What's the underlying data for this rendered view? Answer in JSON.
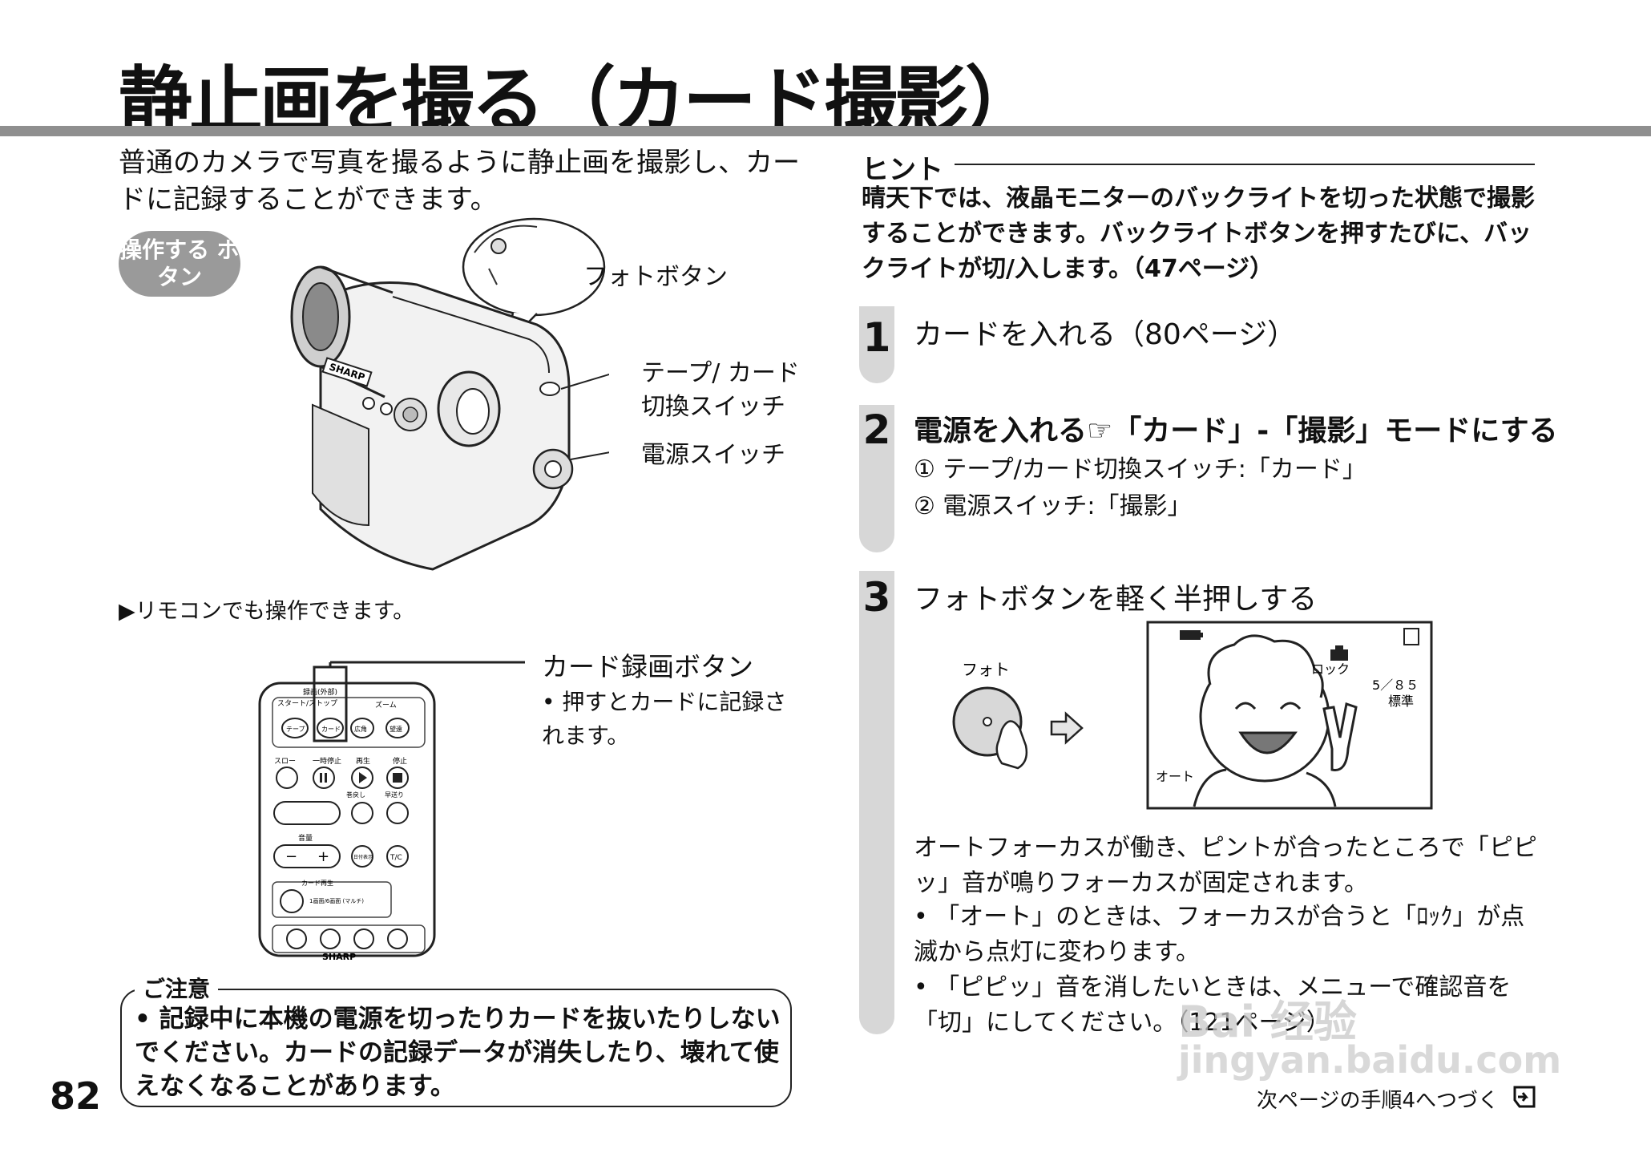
{
  "page": {
    "title": "静止画を撮る（カード撮影）",
    "intro": "普通のカメラで写真を撮るように静止画を撮影し、カードに記録することができます。",
    "page_number": "82"
  },
  "left": {
    "operation_badge": "操作する ボタン",
    "photo_button_label": "フォトボタン",
    "tape_card_switch_label_1": "テープ/ カード",
    "tape_card_switch_label_2": "切換スイッチ",
    "power_switch_label": "電源スイッチ",
    "camera_brand": "SHARP",
    "remocon_note": "▶リモコンでも操作できます。",
    "card_record_button": "カード録画ボタン",
    "card_record_bullet": "• 押すとカードに記録されます。",
    "remote": {
      "brand": "SHARP",
      "rec_label": "録画(外部)",
      "start_stop": "スタート/ストップ",
      "zoom": "ズーム",
      "tape": "テープ",
      "card": "カード",
      "wide": "広角",
      "tele": "望遠",
      "slow": "スロー",
      "pause": "一時停止",
      "play": "再生",
      "stop": "停止",
      "rewind": "巻戻し",
      "ffwd": "早送り",
      "volume": "音量",
      "date": "日付表示",
      "tc": "T/C",
      "card_play": "カード再生",
      "multi": "1画面/6画面 (マルチ)"
    },
    "caution": {
      "title": "ご注意",
      "text": "•  記録中に本機の電源を切ったりカードを抜いたりしないでください。カードの記録データが消失したり、壊れて使えなくなることがあります。"
    }
  },
  "right": {
    "hint": {
      "title": "ヒント",
      "text": "晴天下では、液晶モニターのバックライトを切った状態で撮影することができます。バックライトボタンを押すたびに、バックライトが切/入します。（47ページ）"
    },
    "steps": [
      {
        "num": "1",
        "title": "カードを入れる（80ページ）"
      },
      {
        "num": "2",
        "title": "電源を入れる☞「カード」-「撮影」モードにする",
        "sub1": "① テープ/カード切換スイッチ:「カード」",
        "sub2": "② 電源スイッチ:「撮影」"
      },
      {
        "num": "3",
        "title": "フォトボタンを軽く半押しする"
      }
    ],
    "figure": {
      "photo_label": "フォト",
      "lock_label": "ロック",
      "count": "5／８５",
      "quality": "標準",
      "mode": "オート"
    },
    "af_text": "オートフォーカスが働き、ピントが合ったところで「ピピッ」音が鳴りフォーカスが固定されます。",
    "bullets": [
      "•  「オート」のときは、フォーカスが合うと「ﾛｯｸ」が点滅から点灯に変わります。",
      "•  「ピピッ」音を消したいときは、メニューで確認音を「切」にしてください。（121ページ）"
    ],
    "next": "次ページの手順4へつづく"
  },
  "watermark": {
    "line1": "Bai 经验",
    "line2": "jingyan.baidu.com"
  }
}
